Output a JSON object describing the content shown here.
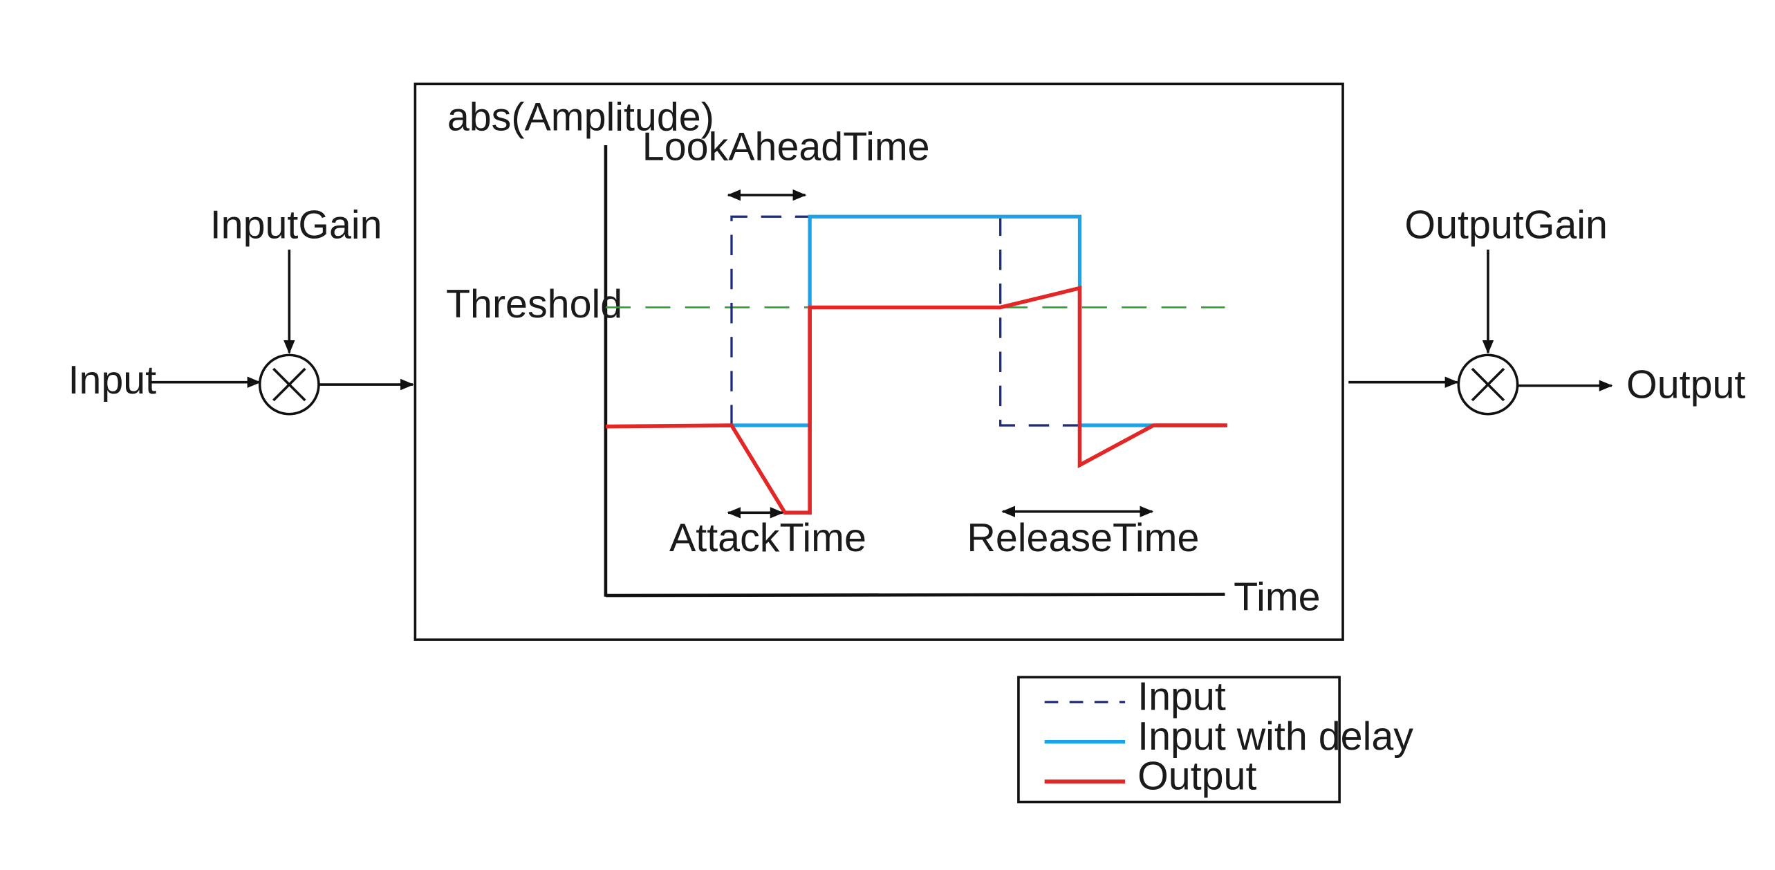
{
  "signal_flow": {
    "input_label": "Input",
    "input_gain_label": "InputGain",
    "output_gain_label": "OutputGain",
    "output_label": "Output"
  },
  "plot": {
    "y_axis_label": "abs(Amplitude)",
    "x_axis_label": "Time",
    "threshold_label": "Threshold",
    "lookahead_label": "LookAheadTime",
    "attack_label": "AttackTime",
    "release_label": "ReleaseTime"
  },
  "legend": {
    "items": [
      {
        "label": "Input",
        "color": "#1f2a7a",
        "style": "dashed"
      },
      {
        "label": "Input with delay",
        "color": "#1aa3e8",
        "style": "solid"
      },
      {
        "label": "Output",
        "color": "#e32626",
        "style": "solid"
      }
    ]
  },
  "colors": {
    "input": "#1f2a7a",
    "input_with_delay": "#1aa3e8",
    "output": "#e32626",
    "threshold": "#2ca02c"
  }
}
